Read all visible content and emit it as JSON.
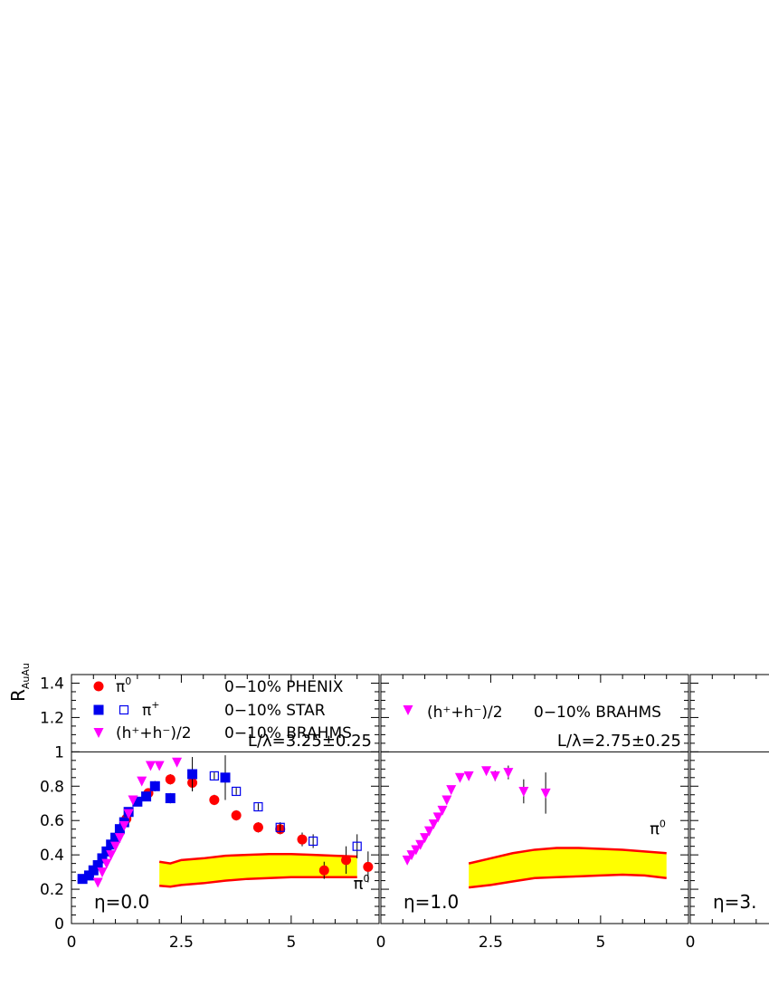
{
  "ylabel": "R",
  "ylabel_sub": "AuAu",
  "colors": {
    "phenix": "#ff0000",
    "star": "#0000ee",
    "star_open": "#0000ee",
    "brahms": "#ff00ff",
    "band_fill": "#ffff00",
    "band_edge": "#ff0000"
  },
  "legend": [
    {
      "marker": "circle",
      "color": "#ff0000",
      "label": "π",
      "sup": "0",
      "right": "0−10% PHENIX"
    },
    {
      "marker": "square",
      "color": "#0000ee",
      "marker2": "open-square",
      "label": "π",
      "sup": "+",
      "right": "0−10% STAR"
    },
    {
      "marker": "triangle-down",
      "color": "#ff00ff",
      "label": "(h⁺+h⁻)/2",
      "right": "0−10% BRAHMS"
    }
  ],
  "legend2": {
    "label": "(h⁺+h⁻)/2",
    "right": "0−10% BRAHMS"
  },
  "chart_data": [
    {
      "type": "scatter",
      "panel_label": "η=0.0",
      "annotation": "L/λ=3.25±0.25",
      "band_label": "π",
      "band_label_sup": "0",
      "xlim": [
        0,
        7
      ],
      "ylim": [
        0,
        1.45
      ],
      "xticks": [
        "0",
        "2.5",
        "5"
      ],
      "yticks": [
        "0",
        "0.2",
        "0.4",
        "0.6",
        "0.8",
        "1",
        "1.2",
        "1.4"
      ],
      "reference_line": 1,
      "series": [
        {
          "marker": "circle",
          "color": "#ff0000",
          "points": [
            [
              1.25,
              0.61
            ],
            [
              1.75,
              0.76
            ],
            [
              2.25,
              0.84
            ],
            [
              2.75,
              0.82
            ],
            [
              3.25,
              0.72
            ],
            [
              3.75,
              0.63
            ],
            [
              4.25,
              0.56
            ],
            [
              4.75,
              0.55
            ],
            [
              5.25,
              0.49
            ],
            [
              5.75,
              0.31
            ],
            [
              6.25,
              0.37
            ],
            [
              6.75,
              0.33
            ]
          ],
          "errors": [
            0.02,
            0.02,
            0.03,
            0.05,
            0.03,
            0.03,
            0.03,
            0.03,
            0.04,
            0.05,
            0.08,
            0.09
          ]
        },
        {
          "marker": "square",
          "color": "#0000ee",
          "points": [
            [
              0.25,
              0.26
            ],
            [
              0.4,
              0.28
            ],
            [
              0.5,
              0.31
            ],
            [
              0.6,
              0.34
            ],
            [
              0.7,
              0.38
            ],
            [
              0.8,
              0.42
            ],
            [
              0.9,
              0.46
            ],
            [
              1.0,
              0.5
            ],
            [
              1.1,
              0.55
            ],
            [
              1.2,
              0.59
            ],
            [
              1.3,
              0.65
            ],
            [
              1.5,
              0.71
            ],
            [
              1.7,
              0.74
            ],
            [
              1.9,
              0.8
            ],
            [
              2.25,
              0.73
            ],
            [
              2.75,
              0.87
            ],
            [
              3.5,
              0.85
            ]
          ],
          "errors": [
            0.01,
            0.01,
            0.01,
            0.01,
            0.01,
            0.01,
            0.01,
            0.01,
            0.02,
            0.02,
            0.02,
            0.02,
            0.02,
            0.03,
            0.03,
            0.1,
            0.13
          ]
        },
        {
          "marker": "open-square",
          "color": "#0000ee",
          "points": [
            [
              3.25,
              0.86
            ],
            [
              3.75,
              0.77
            ],
            [
              4.25,
              0.68
            ],
            [
              4.75,
              0.56
            ],
            [
              5.5,
              0.48
            ],
            [
              6.5,
              0.45
            ]
          ],
          "errors": [
            0.02,
            0.02,
            0.02,
            0.03,
            0.04,
            0.07
          ]
        },
        {
          "marker": "triangle-down",
          "color": "#ff00ff",
          "points": [
            [
              0.6,
              0.24
            ],
            [
              0.7,
              0.3
            ],
            [
              0.8,
              0.35
            ],
            [
              0.9,
              0.4
            ],
            [
              1.0,
              0.45
            ],
            [
              1.1,
              0.5
            ],
            [
              1.2,
              0.57
            ],
            [
              1.3,
              0.64
            ],
            [
              1.4,
              0.72
            ],
            [
              1.6,
              0.83
            ],
            [
              1.8,
              0.92
            ],
            [
              2.0,
              0.92
            ],
            [
              2.4,
              0.94
            ]
          ],
          "errors": [
            0.01,
            0.01,
            0.01,
            0.01,
            0.01,
            0.01,
            0.01,
            0.01,
            0.01,
            0.01,
            0.01,
            0.01,
            0.02
          ]
        }
      ],
      "band": {
        "x": [
          2.0,
          2.25,
          2.5,
          3.0,
          3.5,
          4.0,
          4.5,
          5.0,
          5.5,
          6.0,
          6.5
        ],
        "upper": [
          0.36,
          0.35,
          0.37,
          0.38,
          0.395,
          0.4,
          0.405,
          0.405,
          0.4,
          0.395,
          0.39
        ],
        "lower": [
          0.22,
          0.215,
          0.225,
          0.235,
          0.25,
          0.26,
          0.265,
          0.27,
          0.27,
          0.27,
          0.27
        ]
      }
    },
    {
      "type": "scatter",
      "panel_label": "η=1.0",
      "annotation": "L/λ=2.75±0.25",
      "band_label": "π",
      "band_label_sup": "0",
      "xlim": [
        0,
        7
      ],
      "ylim": [
        0,
        1.45
      ],
      "xticks": [
        "0",
        "2.5",
        "5"
      ],
      "reference_line": 1,
      "series": [
        {
          "marker": "triangle-down",
          "color": "#ff00ff",
          "points": [
            [
              0.6,
              0.37
            ],
            [
              0.7,
              0.4
            ],
            [
              0.8,
              0.43
            ],
            [
              0.9,
              0.46
            ],
            [
              1.0,
              0.5
            ],
            [
              1.1,
              0.54
            ],
            [
              1.2,
              0.58
            ],
            [
              1.3,
              0.62
            ],
            [
              1.4,
              0.66
            ],
            [
              1.5,
              0.72
            ],
            [
              1.6,
              0.78
            ],
            [
              1.8,
              0.85
            ],
            [
              2.0,
              0.86
            ],
            [
              2.4,
              0.89
            ],
            [
              2.6,
              0.86
            ],
            [
              2.9,
              0.88
            ],
            [
              3.25,
              0.77
            ],
            [
              3.75,
              0.76
            ]
          ],
          "errors": [
            0.01,
            0.01,
            0.01,
            0.01,
            0.01,
            0.01,
            0.01,
            0.01,
            0.01,
            0.01,
            0.01,
            0.02,
            0.02,
            0.02,
            0.03,
            0.04,
            0.07,
            0.12
          ]
        }
      ],
      "band": {
        "x": [
          2.0,
          2.5,
          3.0,
          3.5,
          4.0,
          4.5,
          5.0,
          5.5,
          6.0,
          6.5
        ],
        "upper": [
          0.35,
          0.38,
          0.41,
          0.43,
          0.44,
          0.44,
          0.435,
          0.43,
          0.42,
          0.41
        ],
        "lower": [
          0.21,
          0.225,
          0.245,
          0.265,
          0.27,
          0.275,
          0.28,
          0.285,
          0.28,
          0.265
        ]
      }
    },
    {
      "type": "scatter",
      "panel_label": "η=3.",
      "xlim": [
        0,
        7
      ],
      "ylim": [
        0,
        1.45
      ],
      "xticks": [
        "0"
      ],
      "reference_line": 1,
      "series": []
    }
  ]
}
